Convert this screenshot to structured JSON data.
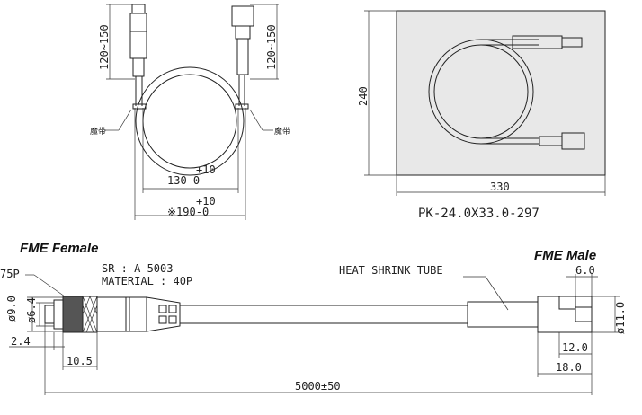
{
  "top_left": {
    "dim_left": "120~150",
    "dim_right": "120~150",
    "tape_label_left": "魔带",
    "tape_label_right": "魔带",
    "dim_inner_tol": "+10",
    "dim_inner": "130-0",
    "dim_outer_tol": "+10",
    "dim_outer": "※190-0"
  },
  "top_right": {
    "height": "240",
    "width": "330",
    "package_code": "PK-24.0X33.0-297"
  },
  "bottom": {
    "female_title": "FME Female",
    "male_title": "FME Male",
    "plating_callout": "75P",
    "sr_spec": "SR : A-5003",
    "material_spec": "MATERIAL : 40P",
    "heat_shrink_label": "HEAT SHRINK TUBE",
    "dia_outer": "ø9.0",
    "dia_inner": "ø6.4",
    "dim_2_4": "2.4",
    "dim_10_5": "10.5",
    "total_length": "5000±50",
    "male_dim_6": "6.0",
    "male_dia": "ø11.0",
    "male_dim_12": "12.0",
    "male_dim_18": "18.0"
  }
}
